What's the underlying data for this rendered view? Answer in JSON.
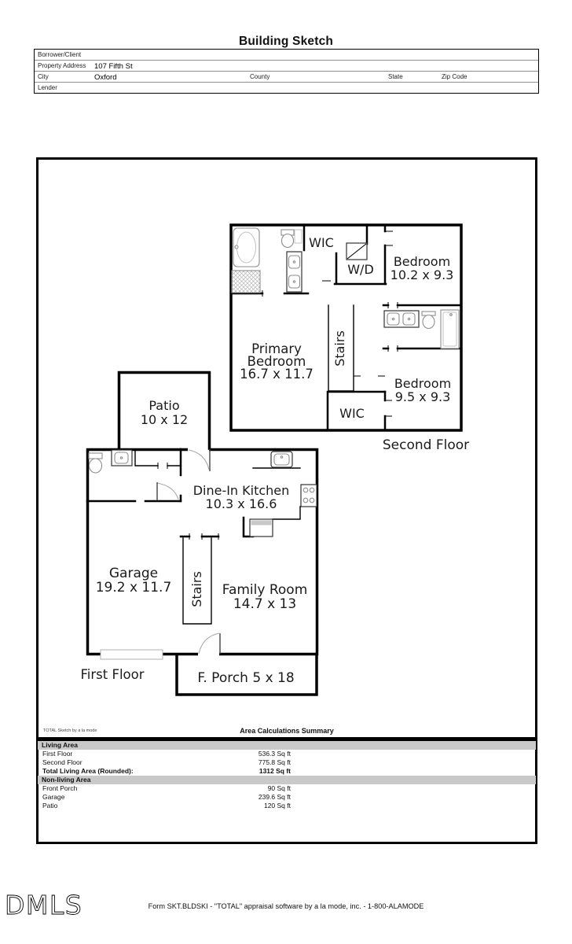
{
  "page": {
    "title": "Building Sketch"
  },
  "form": {
    "rows": {
      "borrower": {
        "label": "Borrower/Client",
        "value": ""
      },
      "property": {
        "label": "Property Address",
        "value": "107 Fifth St"
      },
      "city": {
        "label": "City",
        "value": "Oxford"
      },
      "county": {
        "label": "County",
        "value": ""
      },
      "state": {
        "label": "State",
        "value": ""
      },
      "zip": {
        "label": "Zip Code",
        "value": ""
      },
      "lender": {
        "label": "Lender",
        "value": ""
      }
    }
  },
  "floorplan": {
    "second": {
      "caption": "Second Floor",
      "wic_top": "WIC",
      "wd": "W/D",
      "bedroom1": {
        "name": "Bedroom",
        "dims": "10.2 x 9.3"
      },
      "primary": {
        "line1": "Primary",
        "line2": "Bedroom",
        "dims": "16.7 x 11.7"
      },
      "stairs": "Stairs",
      "bedroom2": {
        "name": "Bedroom",
        "dims": "9.5 x 9.3"
      },
      "wic_bottom": "WIC"
    },
    "first": {
      "caption": "First Floor",
      "patio": {
        "name": "Patio",
        "dims": "10 x 12"
      },
      "kitchen": {
        "name": "Dine-In Kitchen",
        "dims": "10.3 x 16.6"
      },
      "garage": {
        "name": "Garage",
        "dims": "19.2 x 11.7"
      },
      "stairs": "Stairs",
      "family": {
        "name": "Family Room",
        "dims": "14.7 x 13"
      },
      "porch": "F. Porch 5 x 18"
    }
  },
  "summary": {
    "brand": "TOTAL Sketch by a la mode",
    "title": "Area Calculations Summary",
    "living_header": "Living Area",
    "living_rows": [
      {
        "label": "First Floor",
        "value": "536.3 Sq ft"
      },
      {
        "label": "Second Floor",
        "value": "775.8 Sq ft"
      }
    ],
    "living_total": {
      "label": "Total Living Area (Rounded):",
      "value": "1312 Sq ft"
    },
    "nonliving_header": "Non-living Area",
    "nonliving_rows": [
      {
        "label": "Front Porch",
        "value": "90 Sq ft"
      },
      {
        "label": "Garage",
        "value": "239.6 Sq ft"
      },
      {
        "label": "Patio",
        "value": "120 Sq ft"
      }
    ]
  },
  "footer": {
    "logo": "DMLS",
    "line": "Form SKT.BLDSKI - \"TOTAL\" appraisal software by a la mode, inc. - 1-800-ALAMODE"
  }
}
